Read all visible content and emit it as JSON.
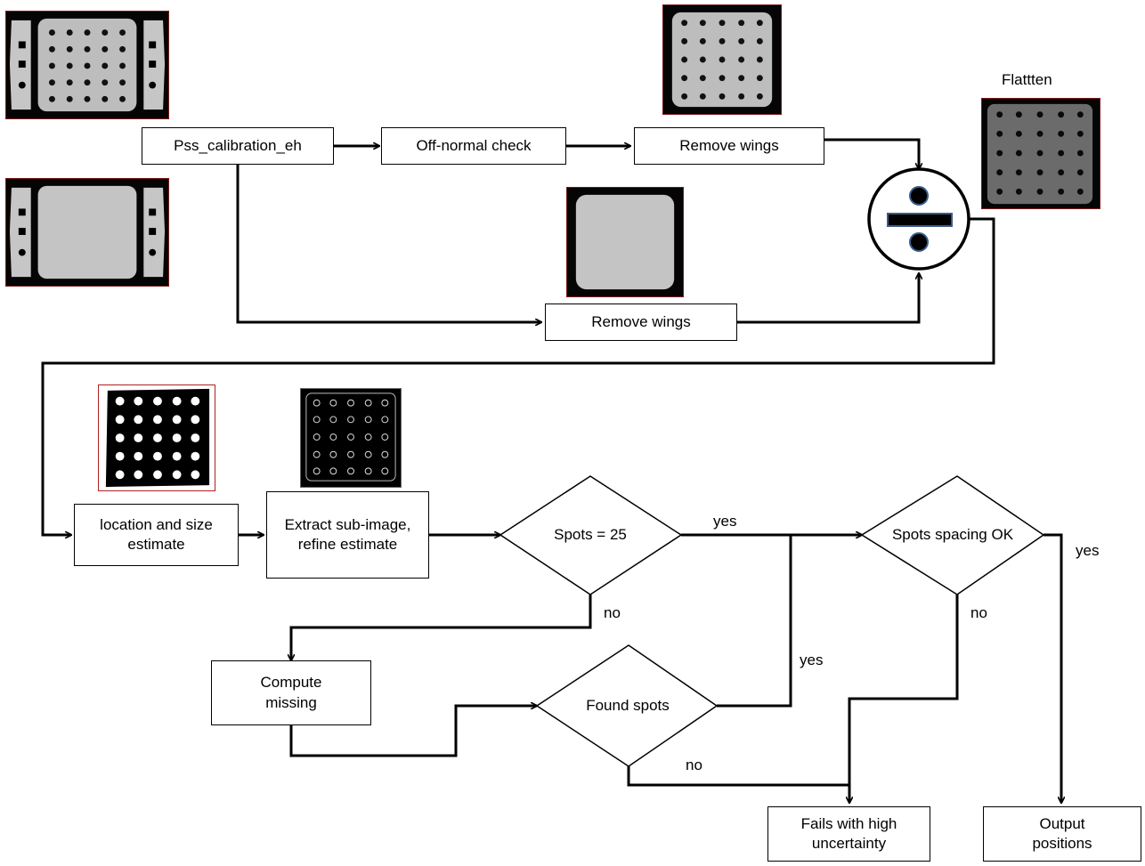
{
  "nodes": {
    "pss_calibration": "Pss_calibration_eh",
    "off_normal_check": "Off-normal check",
    "remove_wings_top": "Remove wings",
    "remove_wings_bottom": "Remove wings",
    "flatten": "Flattten",
    "location_size": "location and size estimate",
    "extract_refine": "Extract sub-image, refine estimate",
    "spots_25": "Spots = 25",
    "spots_spacing": "Spots  spacing OK",
    "compute_missing": "Compute missing",
    "found_spots": "Found spots",
    "fails_high_uncertainty": "Fails with high uncertainty",
    "output_positions": "Output positions"
  },
  "edge_labels": {
    "spots25_yes": "yes",
    "spots25_no": "no",
    "spacing_yes": "yes",
    "spacing_no": "no",
    "found_yes": "yes",
    "found_no": "no"
  }
}
